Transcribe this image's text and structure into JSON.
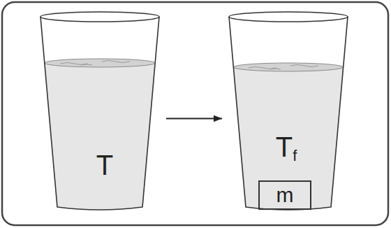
{
  "diagram": {
    "nodes": [
      {
        "text": [
          "T"
        ]
      },
      {
        "text": [
          "Tf"
        ]
      },
      {
        "text": [
          "m"
        ],
        "in": 1
      }
    ],
    "edges": [
      {
        "from": 0,
        "to": 1,
        "arrow": "to"
      }
    ]
  }
}
